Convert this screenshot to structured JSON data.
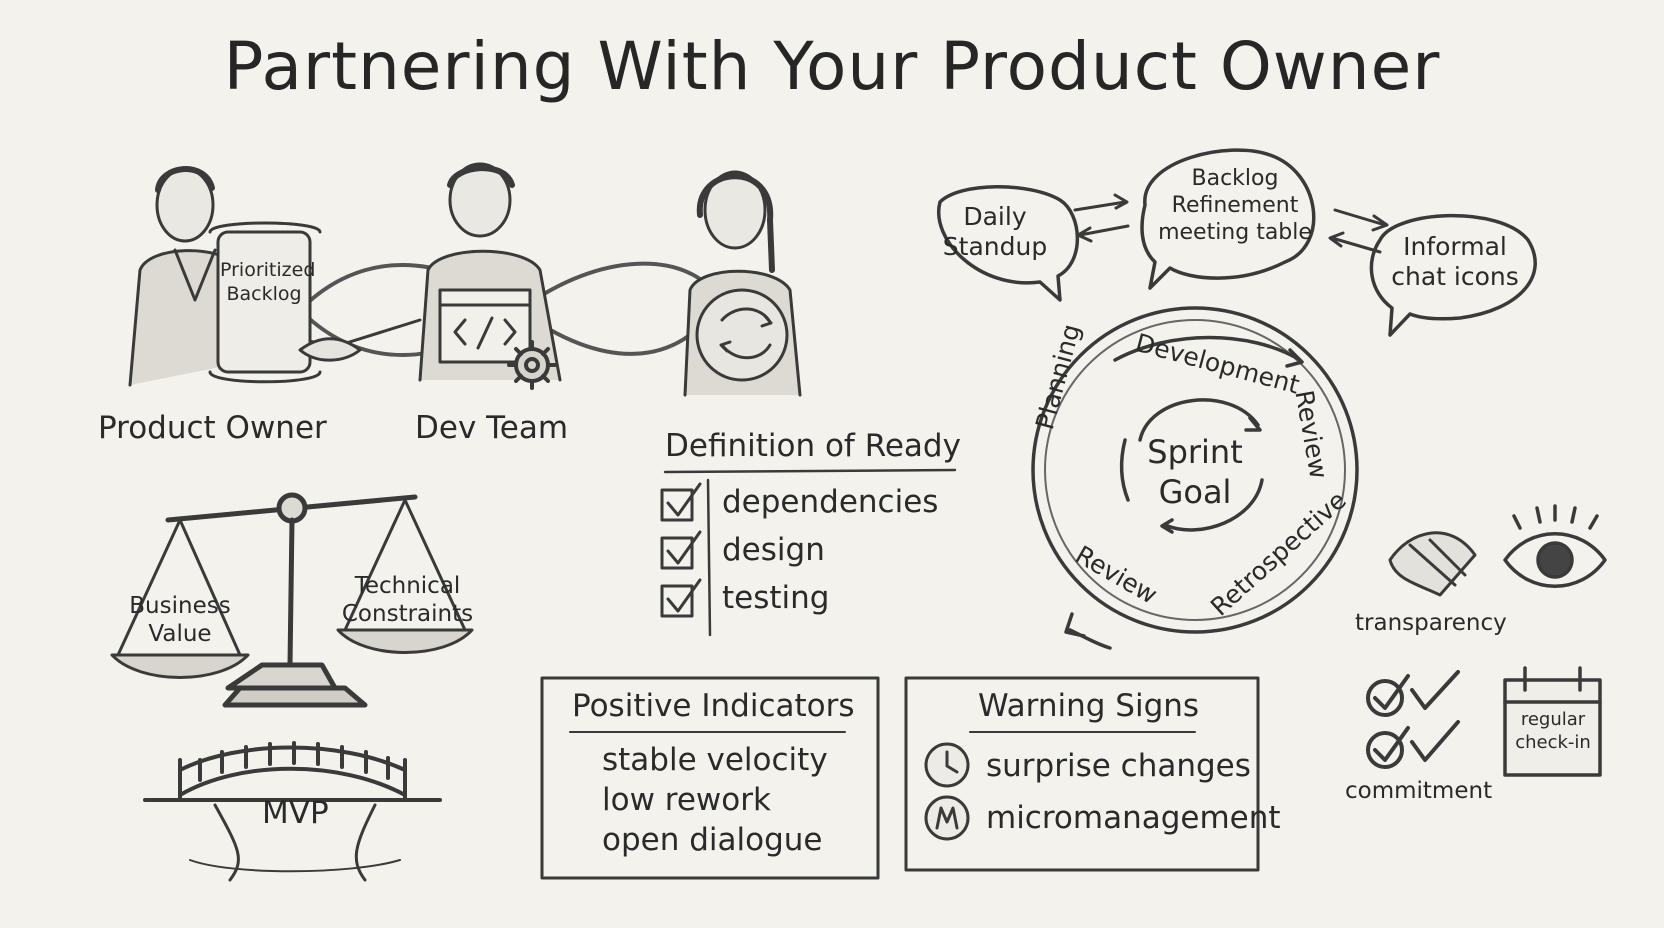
{
  "title": "Partnering With Your Product Owner",
  "people": {
    "product_owner": "Product Owner",
    "dev_team": "Dev Team",
    "scroll_text": "Prioritized Backlog"
  },
  "balance": {
    "left": "Business Value",
    "right": "Technical Constraints"
  },
  "bridge": {
    "label": "MVP"
  },
  "definition_of_ready": {
    "title": "Definition of Ready",
    "items": [
      "dependencies",
      "design",
      "testing"
    ]
  },
  "positive": {
    "title": "Positive Indicators",
    "items": [
      "stable velocity",
      "low rework",
      "open dialogue"
    ]
  },
  "warning": {
    "title": "Warning Signs",
    "items": [
      "surprise changes",
      "micromanagement"
    ],
    "icons": [
      "clock-icon",
      "micromanagement-icon"
    ]
  },
  "bubbles": {
    "daily": "Daily Standup",
    "backlog": "Backlog Refinement meeting table",
    "informal": "Informal chat icons"
  },
  "cycle": {
    "center": "Sprint Goal",
    "stages": [
      "Planning",
      "Development",
      "Review",
      "Retrospective",
      "Review"
    ]
  },
  "values": {
    "transparency": "transparency",
    "commitment": "commitment",
    "checkin": "regular check-in"
  }
}
